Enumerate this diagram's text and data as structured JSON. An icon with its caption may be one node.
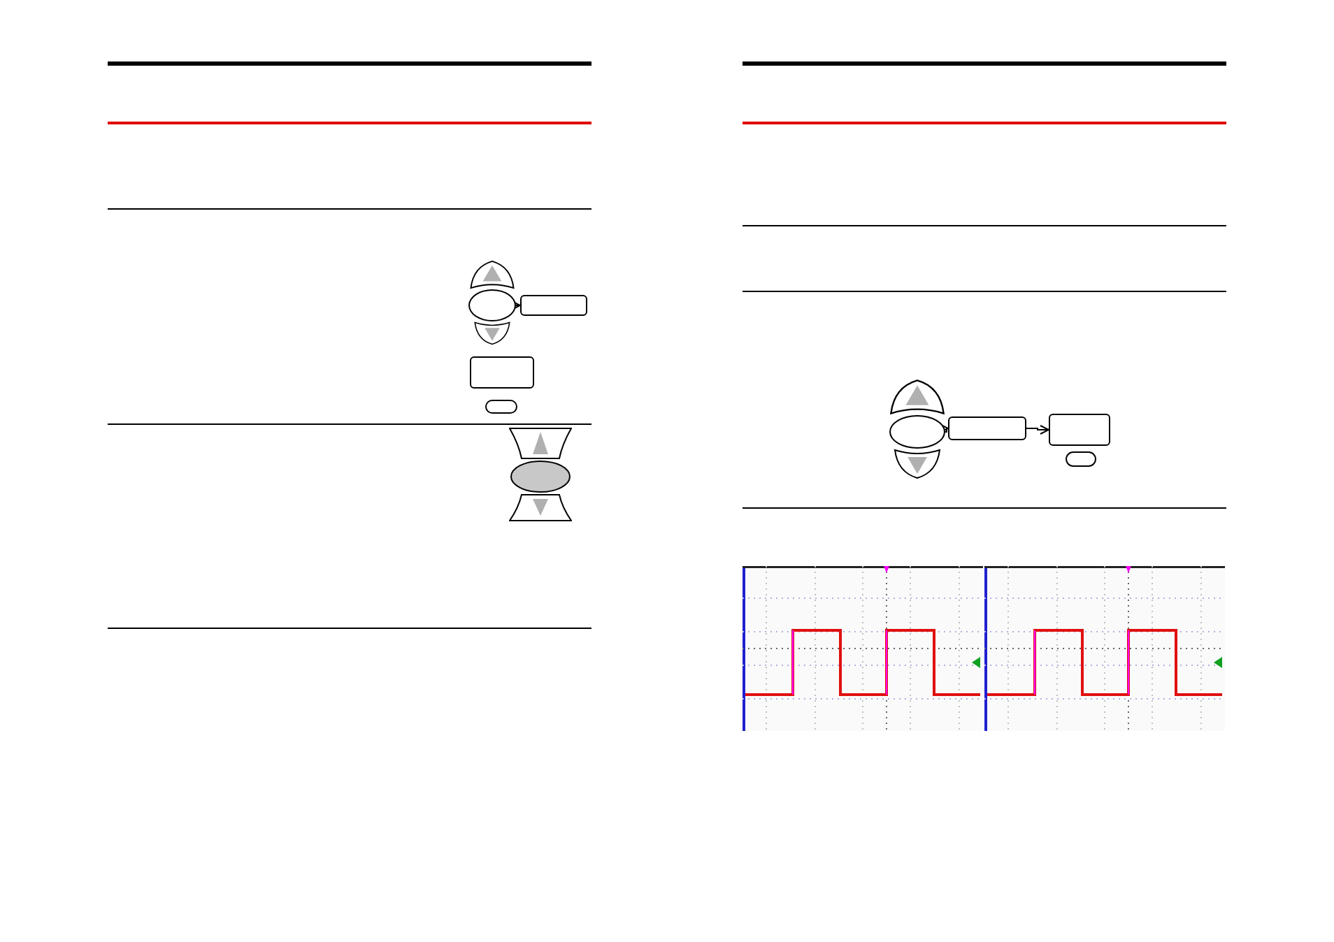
{
  "diagram": {
    "nodes": [
      {
        "text": [],
        "shape": "ellipse"
      },
      {
        "text": [],
        "shape": "box"
      },
      {
        "text": [],
        "shape": "box"
      },
      {
        "text": [],
        "shape": "pill"
      },
      {
        "text": [],
        "shape": "ellipse"
      },
      {
        "text": [],
        "shape": "box"
      },
      {
        "text": [],
        "shape": "box"
      },
      {
        "text": [],
        "shape": "pill"
      }
    ],
    "edges": [
      {
        "from": 0,
        "to": 1,
        "arrow": "to"
      },
      {
        "from": 4,
        "to": 5,
        "arrow": "to"
      },
      {
        "from": 5,
        "to": 6,
        "arrow": "to"
      }
    ]
  }
}
